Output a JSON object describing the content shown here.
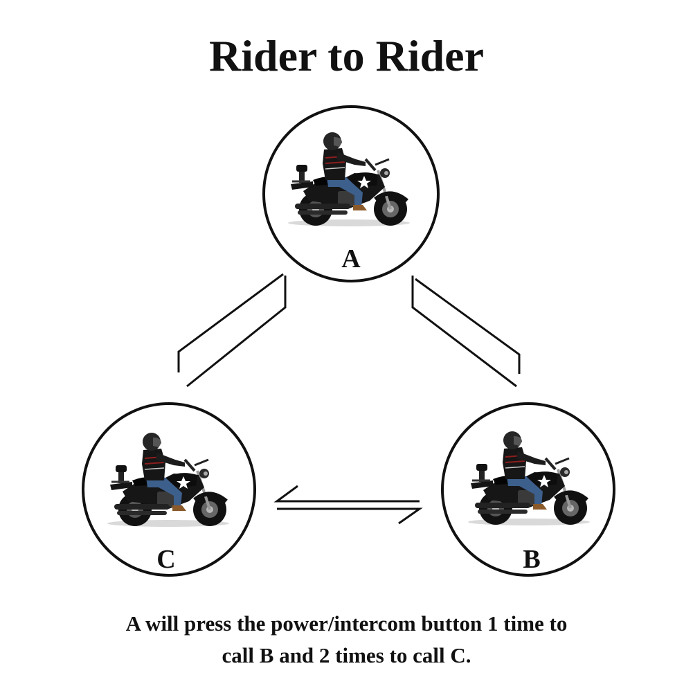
{
  "title": "Rider to Rider",
  "riders": [
    {
      "id": "A",
      "label": "A"
    },
    {
      "id": "B",
      "label": "B"
    },
    {
      "id": "C",
      "label": "C"
    }
  ],
  "caption": {
    "line1": "A will press the power/intercom button 1 time to",
    "line2": "call B and 2 times to call C."
  },
  "colors": {
    "ink": "#111111",
    "background": "#ffffff",
    "star": "#ffffff",
    "jeans": "#3d5f8c",
    "chrome": "#b8b8b8"
  }
}
